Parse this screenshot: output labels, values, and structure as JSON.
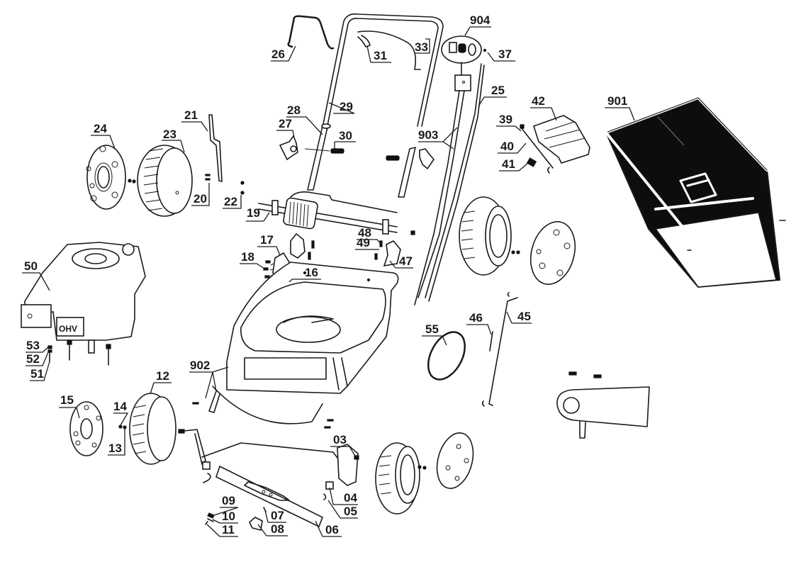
{
  "diagram": {
    "title": "Lawn mower exploded parts diagram",
    "callouts": [
      {
        "id": "26",
        "label": "26",
        "part": "bail-lever"
      },
      {
        "id": "31",
        "label": "31",
        "part": "drive-lever"
      },
      {
        "id": "33",
        "label": "33",
        "part": "handle-screw"
      },
      {
        "id": "904",
        "label": "904",
        "part": "throttle-control-set"
      },
      {
        "id": "37",
        "label": "37",
        "part": "control-screw"
      },
      {
        "id": "25",
        "label": "25",
        "part": "cable"
      },
      {
        "id": "29",
        "label": "29",
        "part": "upper-handle"
      },
      {
        "id": "28",
        "label": "28",
        "part": "lower-handle"
      },
      {
        "id": "27",
        "label": "27",
        "part": "star-knob"
      },
      {
        "id": "30",
        "label": "30",
        "part": "handle-bolt"
      },
      {
        "id": "903",
        "label": "903",
        "part": "cable-set"
      },
      {
        "id": "21",
        "label": "21",
        "part": "height-adjust-lever"
      },
      {
        "id": "24",
        "label": "24",
        "part": "hub-cap"
      },
      {
        "id": "23",
        "label": "23",
        "part": "rear-wheel"
      },
      {
        "id": "20",
        "label": "20",
        "part": "lever-screw"
      },
      {
        "id": "22",
        "label": "22",
        "part": "nut"
      },
      {
        "id": "19",
        "label": "19",
        "part": "rear-axle-gearbox"
      },
      {
        "id": "42",
        "label": "42",
        "part": "rear-flap"
      },
      {
        "id": "39",
        "label": "39",
        "part": "clip"
      },
      {
        "id": "40",
        "label": "40",
        "part": "flap-axle"
      },
      {
        "id": "41",
        "label": "41",
        "part": "flap-spring"
      },
      {
        "id": "901",
        "label": "901",
        "part": "grass-catcher"
      },
      {
        "id": "17",
        "label": "17",
        "part": "height-adjust-plate"
      },
      {
        "id": "18",
        "label": "18",
        "part": "plate-screw"
      },
      {
        "id": "16",
        "label": "16",
        "part": "deck-screw"
      },
      {
        "id": "48",
        "label": "48",
        "part": "bracket-screw"
      },
      {
        "id": "49",
        "label": "49",
        "part": "washer"
      },
      {
        "id": "47",
        "label": "47",
        "part": "bracket"
      },
      {
        "id": "50",
        "label": "50",
        "part": "engine"
      },
      {
        "id": "53",
        "label": "53",
        "part": "engine-washer"
      },
      {
        "id": "52",
        "label": "52",
        "part": "spring-washer"
      },
      {
        "id": "51",
        "label": "51",
        "part": "engine-bolt"
      },
      {
        "id": "902",
        "label": "902",
        "part": "front-cover-set"
      },
      {
        "id": "55",
        "label": "55",
        "part": "drive-belt"
      },
      {
        "id": "46",
        "label": "46",
        "part": "pin"
      },
      {
        "id": "45",
        "label": "45",
        "part": "rod"
      },
      {
        "id": "12",
        "label": "12",
        "part": "front-wheel"
      },
      {
        "id": "15",
        "label": "15",
        "part": "front-hub-cap"
      },
      {
        "id": "14",
        "label": "14",
        "part": "wheel-washer"
      },
      {
        "id": "13",
        "label": "13",
        "part": "wheel-nut"
      },
      {
        "id": "03",
        "label": "03",
        "part": "front-axle-bracket"
      },
      {
        "id": "04",
        "label": "04",
        "part": "bushing"
      },
      {
        "id": "05",
        "label": "05",
        "part": "spring-clip"
      },
      {
        "id": "06",
        "label": "06",
        "part": "blade"
      },
      {
        "id": "07",
        "label": "07",
        "part": "key"
      },
      {
        "id": "08",
        "label": "08",
        "part": "blade-holder"
      },
      {
        "id": "09",
        "label": "09",
        "part": "blade-bolt"
      },
      {
        "id": "10",
        "label": "10",
        "part": "spring-washer"
      },
      {
        "id": "11",
        "label": "11",
        "part": "blade-washer"
      }
    ],
    "engine_text": "OHV"
  }
}
